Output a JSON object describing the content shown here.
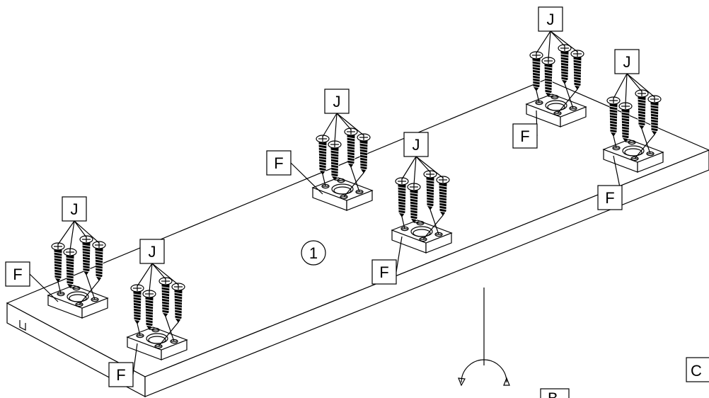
{
  "labels": {
    "screw_group": "J",
    "block": "F",
    "panel": "1",
    "edge_c": "C",
    "edge_b": "B"
  },
  "colors": {
    "line": "#000000",
    "background": "#ffffff"
  },
  "icons": [
    "screw-icon",
    "mounting-block-icon",
    "rotate-arrows-icon"
  ]
}
